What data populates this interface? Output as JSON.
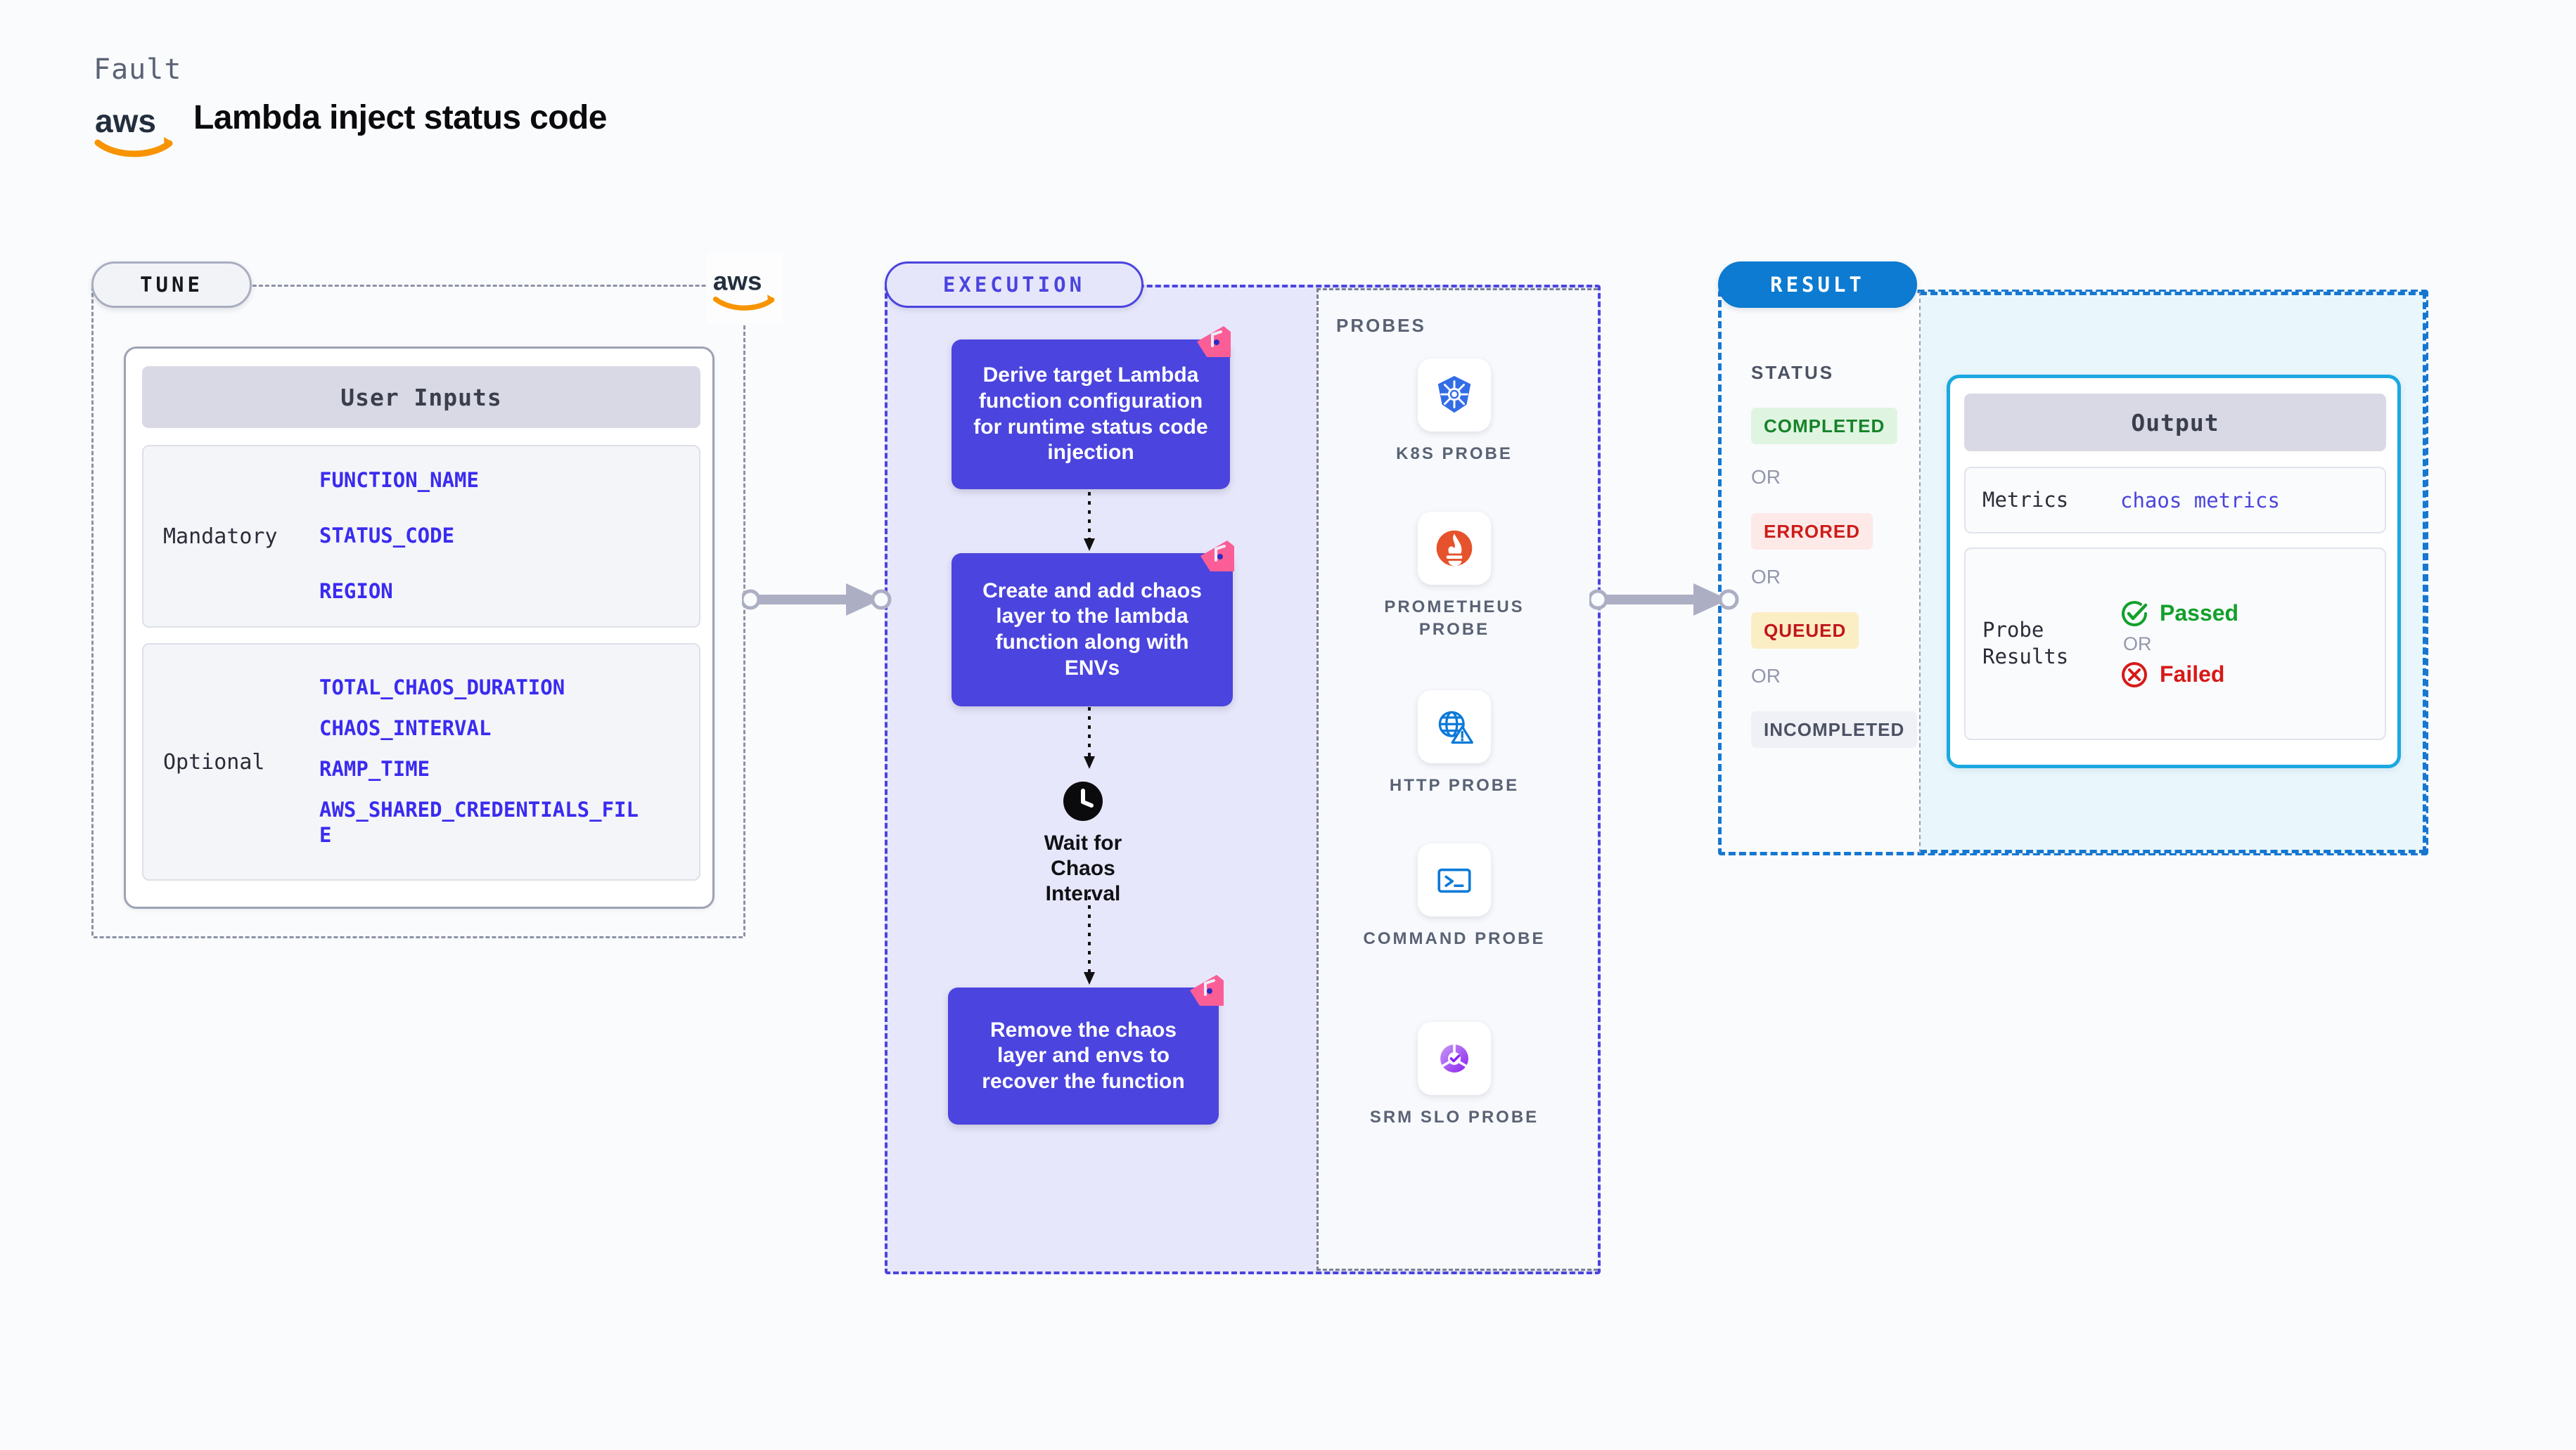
{
  "header": {
    "kicker": "Fault",
    "title": "Lambda inject status code",
    "logo_alt": "aws"
  },
  "tune": {
    "pill_label": "TUNE",
    "card_title": "User Inputs",
    "groups": [
      {
        "label": "Mandatory",
        "params": [
          "FUNCTION_NAME",
          "STATUS_CODE",
          "REGION"
        ]
      },
      {
        "label": "Optional",
        "params": [
          "TOTAL_CHAOS_DURATION",
          "CHAOS_INTERVAL",
          "RAMP_TIME",
          "AWS_SHARED_CREDENTIALS_FILE"
        ]
      }
    ]
  },
  "execution": {
    "pill_label": "EXECUTION",
    "steps": [
      "Derive target Lambda function configuration for runtime status code injection",
      "Create and add chaos layer to the lambda function along with ENVs",
      "Remove the chaos layer and envs to recover the function"
    ],
    "wait_label": "Wait for Chaos Interval"
  },
  "probes": {
    "title": "PROBES",
    "items": [
      {
        "label": "K8S PROBE",
        "icon": "kubernetes-icon"
      },
      {
        "label": "PROMETHEUS PROBE",
        "icon": "prometheus-icon"
      },
      {
        "label": "HTTP PROBE",
        "icon": "globe-warning-icon"
      },
      {
        "label": "COMMAND PROBE",
        "icon": "terminal-icon"
      },
      {
        "label": "SRM SLO PROBE",
        "icon": "srm-slo-icon"
      }
    ]
  },
  "result": {
    "pill_label": "RESULT",
    "status_title": "STATUS",
    "or_label": "OR",
    "statuses": [
      {
        "label": "COMPLETED",
        "bg": "#DFF5E1",
        "fg": "#17822A"
      },
      {
        "label": "ERRORED",
        "bg": "#FDE9E8",
        "fg": "#CC1C18"
      },
      {
        "label": "QUEUED",
        "bg": "#FCEEC4",
        "fg": "#C2151A"
      },
      {
        "label": "INCOMPLETED",
        "bg": "#F0F1F6",
        "fg": "#4C5263"
      }
    ],
    "output": {
      "title": "Output",
      "metrics_label": "Metrics",
      "metrics_value": "chaos metrics",
      "probe_results_label": "Probe Results",
      "passed_label": "Passed",
      "failed_label": "Failed",
      "or_label": "OR"
    }
  },
  "colors": {
    "purple": "#4B44DE",
    "blue": "#0C7BD1",
    "cyan": "#1BA8E0",
    "pink": "#FB5E96",
    "aws_orange": "#F79400",
    "param_blue": "#3A2BF0"
  }
}
